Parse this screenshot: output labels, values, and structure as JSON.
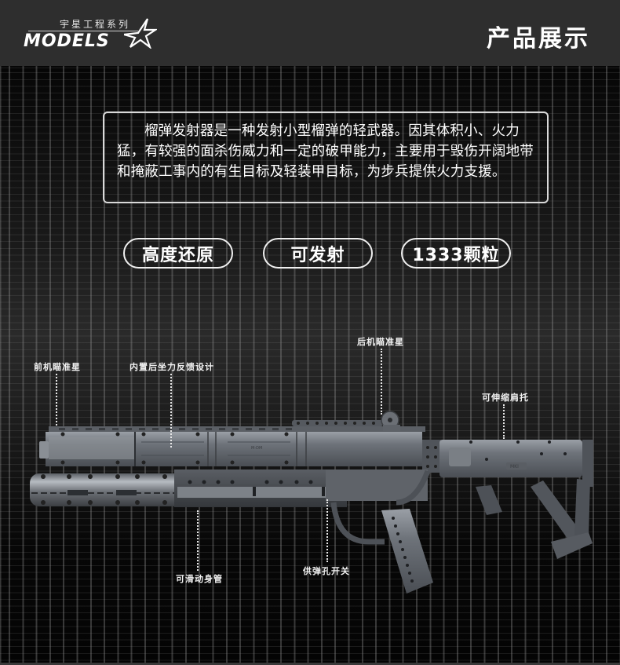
{
  "header": {
    "logo_subtitle": "宇星工程系列",
    "logo_brand": "MODELS",
    "logo_icon": "star-icon",
    "page_title": "产品展示"
  },
  "description": {
    "text": "榴弹发射器是一种发射小型榴弹的轻武器。因其体积小、火力猛，有较强的面杀伤威力和一定的破甲能力，主要用于毁伤开阔地带和掩蔽工事内的有生目标及轻装甲目标，为步兵提供火力支援。"
  },
  "features": [
    {
      "label": "高度还原"
    },
    {
      "label": "可发射"
    },
    {
      "label": "1333颗粒"
    }
  ],
  "callouts": {
    "front_sight": "前机瞄准星",
    "recoil_system": "内置后坐力反馈设计",
    "rear_sight": "后机瞄准星",
    "stock": "可伸缩肩托",
    "barrel": "可滑动身管",
    "feed_switch": "供弹孔开关"
  },
  "model_markings": {
    "receiver_text": "M-DM",
    "stock_badge": "MKI"
  },
  "colors": {
    "header_bg": "#2e2e2e",
    "background": "#050505",
    "grid_line": "#8c8c8c",
    "text": "#ffffff",
    "gun_metal": "#6f747b"
  }
}
